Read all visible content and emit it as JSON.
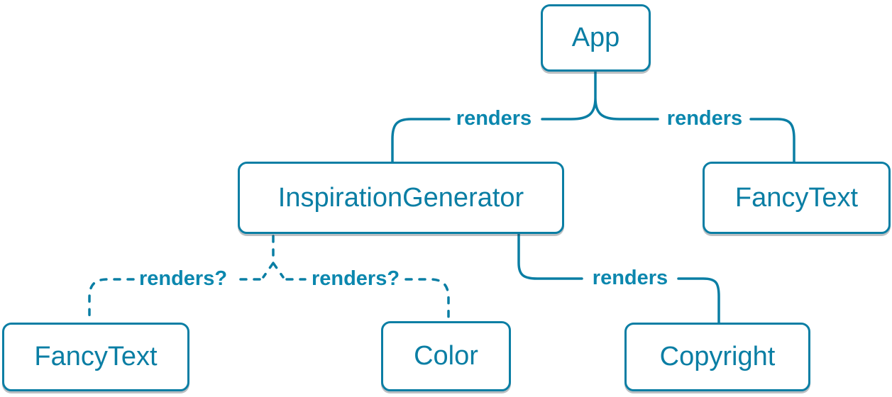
{
  "diagram": {
    "nodes": {
      "app": {
        "label": "App"
      },
      "inspiration_generator": {
        "label": "InspirationGenerator"
      },
      "fancy_text_top": {
        "label": "FancyText"
      },
      "fancy_text_bottom": {
        "label": "FancyText"
      },
      "color": {
        "label": "Color"
      },
      "copyright": {
        "label": "Copyright"
      }
    },
    "edges": {
      "app_to_inspiration_generator": {
        "label": "renders",
        "style": "solid"
      },
      "app_to_fancy_text": {
        "label": "renders",
        "style": "solid"
      },
      "inspiration_generator_to_fancy_text": {
        "label": "renders?",
        "style": "dashed"
      },
      "inspiration_generator_to_color": {
        "label": "renders?",
        "style": "dashed"
      },
      "inspiration_generator_to_copyright": {
        "label": "renders",
        "style": "solid"
      }
    },
    "colors": {
      "accent": "#0a7ea4",
      "edge_label": "#0b87ae",
      "node_bg": "#ffffff",
      "canvas_bg": "#ffffff"
    }
  }
}
